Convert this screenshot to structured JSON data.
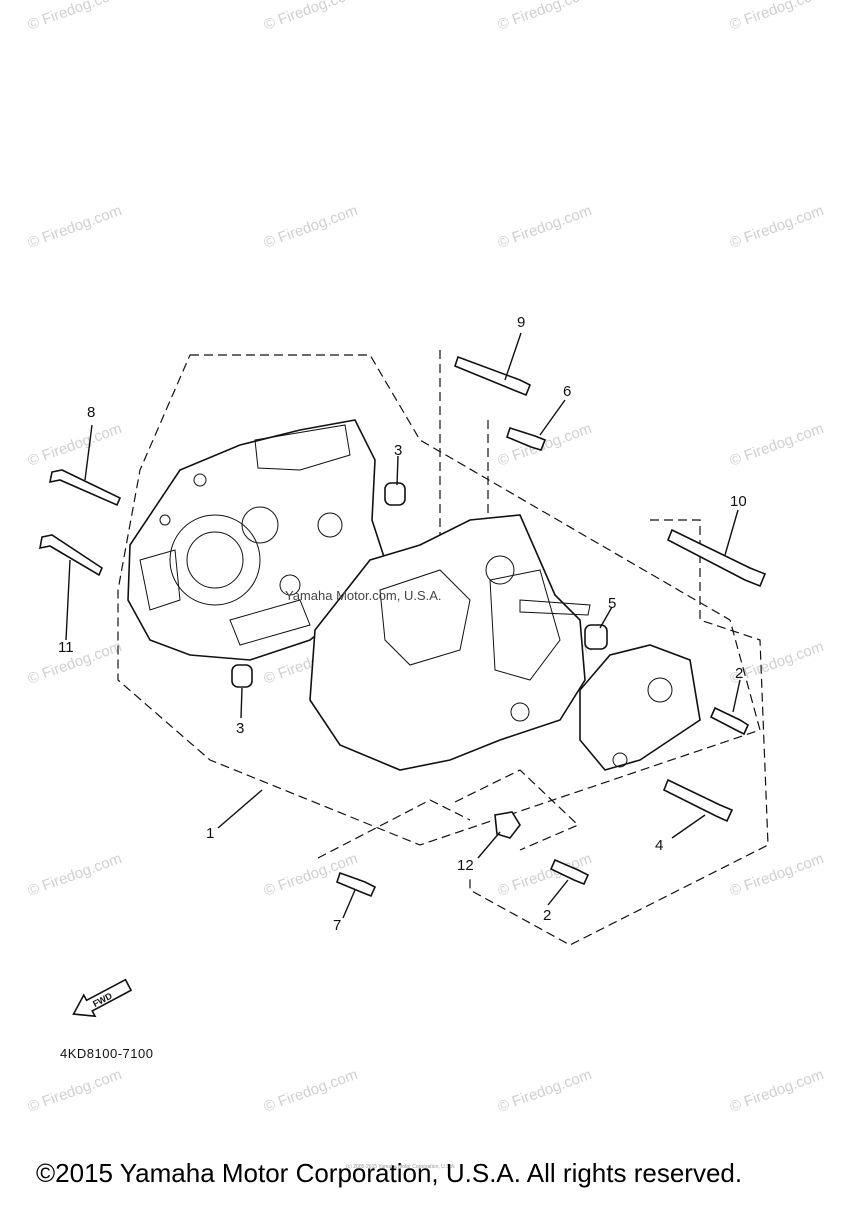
{
  "watermark_text": "© Firedog.com",
  "callouts": [
    "1",
    "2",
    "2",
    "3",
    "3",
    "4",
    "5",
    "6",
    "7",
    "8",
    "9",
    "10",
    "11",
    "12"
  ],
  "embedded_text": "Yamaha Motor.com, U.S.A.",
  "fwd_label": "FWD",
  "part_code": "4KD8100-7100",
  "tiny_copyright": "(c) 2005-2015 Yamaha Motor Corporation, U.S.A.",
  "copyright": "©2015 Yamaha Motor Corporation, U.S.A. All rights reserved."
}
